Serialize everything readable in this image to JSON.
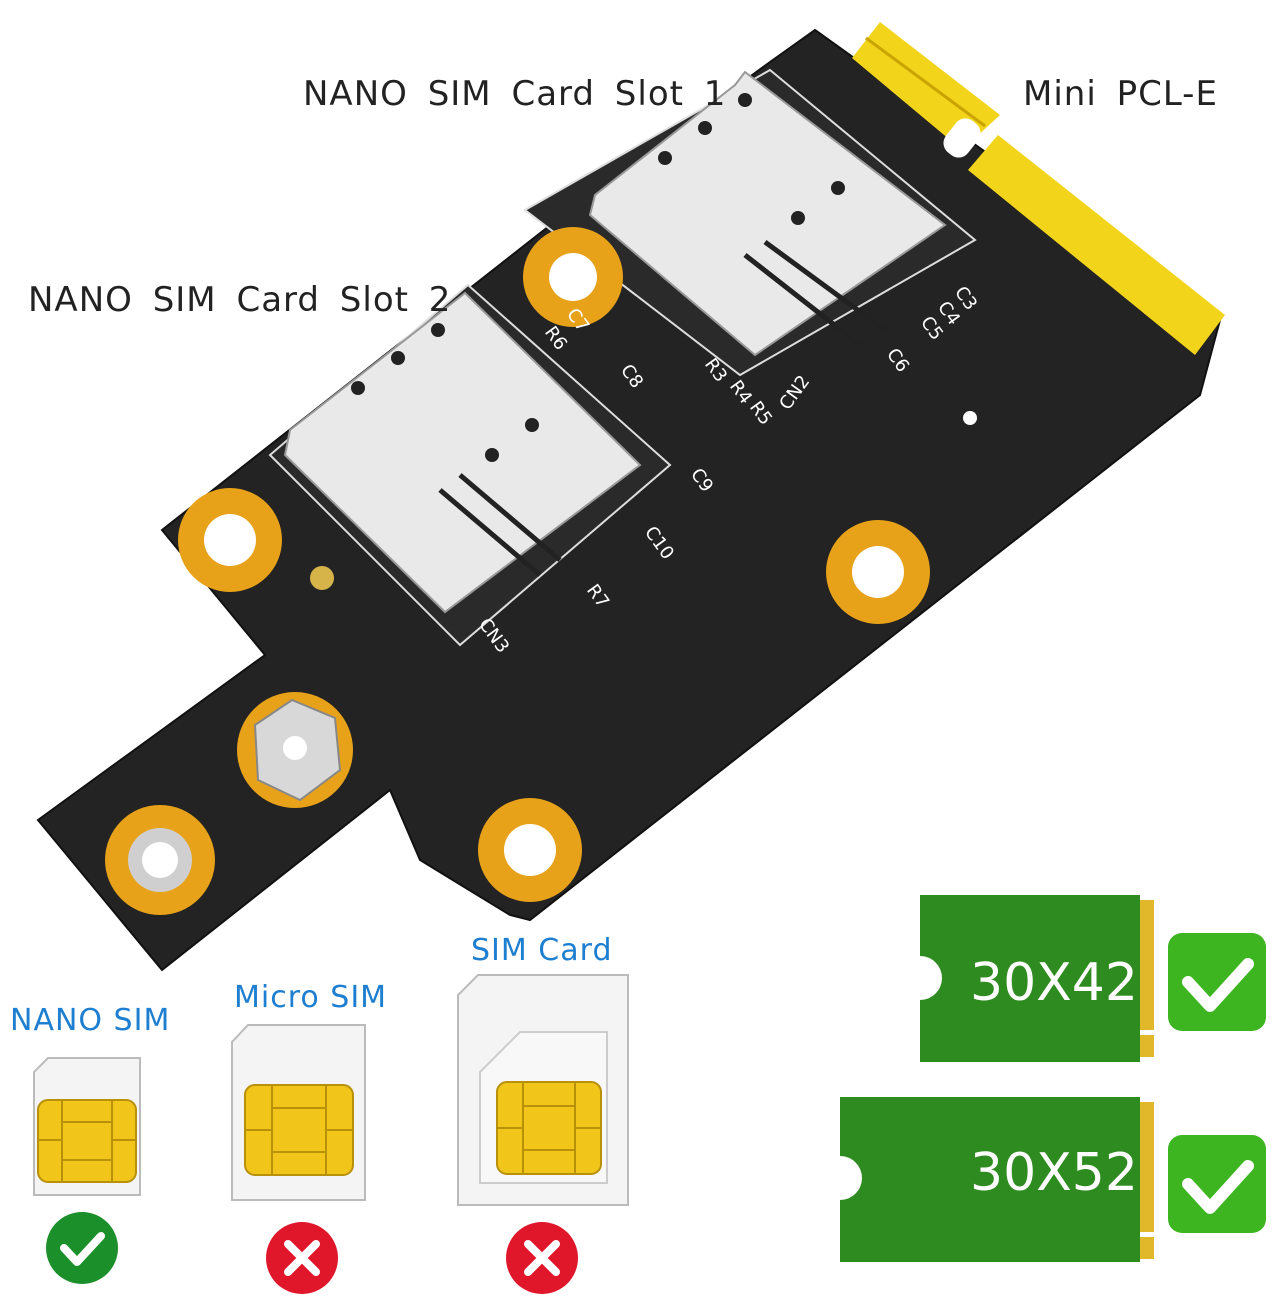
{
  "labels": {
    "slot1": "NANO SIM Card Slot 1",
    "slot2": "NANO SIM Card Slot 2",
    "interface": "Mini PCL-E"
  },
  "board_markings": [
    "CN2",
    "CN3",
    "C3",
    "C4",
    "C5",
    "C6",
    "C7",
    "C8",
    "C9",
    "C10",
    "R3",
    "R4",
    "R5",
    "R6",
    "R7"
  ],
  "sim_types": [
    {
      "name": "NANO SIM",
      "supported": true
    },
    {
      "name": "Micro SIM",
      "supported": false
    },
    {
      "name": "SIM Card",
      "supported": false
    }
  ],
  "m2_sizes": [
    {
      "name": "30X42",
      "supported": true
    },
    {
      "name": "30X52",
      "supported": true
    }
  ],
  "colors": {
    "pcb": "#222222",
    "gold": "#e8a21a",
    "contact": "#f2d41a",
    "label_blue": "#1e7fd0",
    "check_green": "#1a8f2a",
    "cross_red": "#e0162b",
    "m2_green": "#2e8b1f",
    "bright_green": "#3cb521"
  }
}
